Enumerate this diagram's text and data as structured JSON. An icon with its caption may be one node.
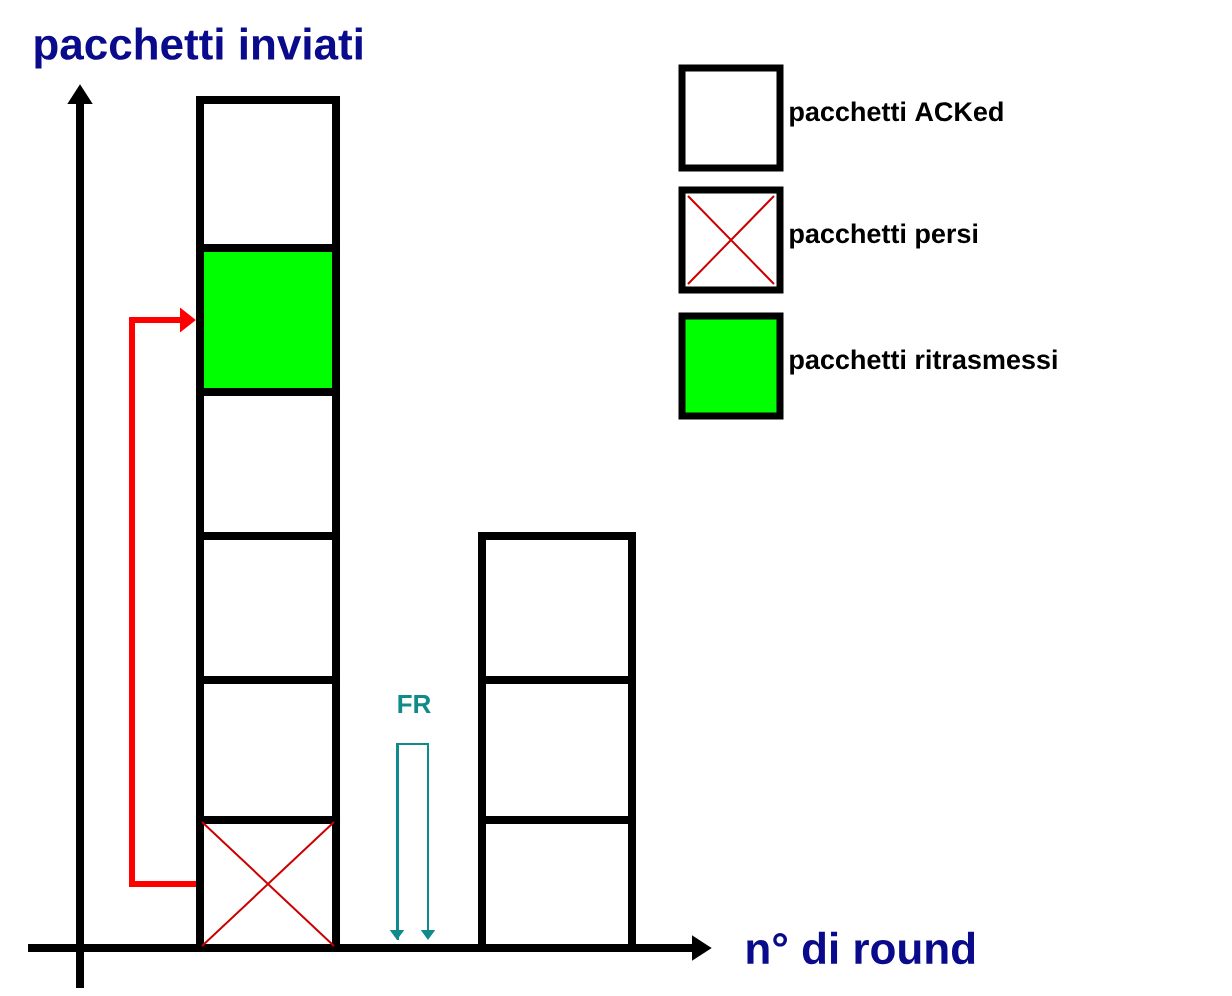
{
  "diagram": {
    "nodes": [
      {
        "text": [],
        "shape": "box"
      },
      {
        "text": [],
        "shape": "box"
      },
      {
        "text": [],
        "shape": "box"
      },
      {
        "text": [],
        "shape": "box"
      },
      {
        "text": [],
        "shape": "box"
      },
      {
        "text": [],
        "shape": "box"
      },
      {
        "text": [],
        "shape": "box"
      },
      {
        "text": [],
        "shape": "box"
      },
      {
        "text": [],
        "shape": "box"
      }
    ],
    "edges": [
      {
        "from": 5,
        "to": 1,
        "arrow": "to",
        "color": "#ff0000"
      }
    ],
    "labels": [
      "pacchetti inviati",
      "FR",
      "n° di round"
    ],
    "legend": [
      {
        "text": "pacchetti ACKed"
      },
      {
        "text": "pacchetti persi"
      },
      {
        "text": "pacchetti ritrasmessi",
        "color": "#00ff00"
      }
    ]
  }
}
